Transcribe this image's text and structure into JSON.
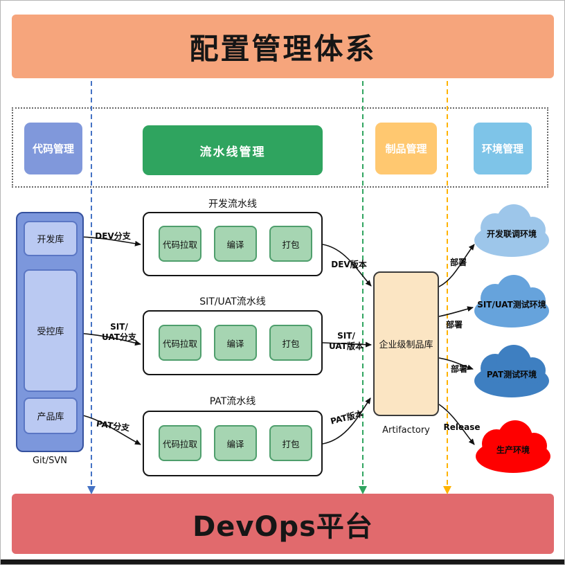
{
  "banners": {
    "top": "配置管理体系",
    "bottom": "DevOps平台"
  },
  "categories": [
    {
      "label": "代码管理"
    },
    {
      "label": "流水线管理"
    },
    {
      "label": "制品管理"
    },
    {
      "label": "环境管理"
    }
  ],
  "code_repo": {
    "caption": "Git/SVN",
    "items": [
      {
        "label": "开发库"
      },
      {
        "label": "受控库"
      },
      {
        "label": "产品库"
      }
    ]
  },
  "pipelines": [
    {
      "title": "开发流水线",
      "steps": [
        "代码拉取",
        "编译",
        "打包"
      ],
      "branch_lines": [
        "DEV分支"
      ],
      "version_lines": [
        "DEV版本"
      ]
    },
    {
      "title": "SIT/UAT流水线",
      "steps": [
        "代码拉取",
        "编译",
        "打包"
      ],
      "branch_lines": [
        "SIT/",
        "UAT分支"
      ],
      "version_lines": [
        "SIT/",
        "UAT版本"
      ]
    },
    {
      "title": "PAT流水线",
      "steps": [
        "代码拉取",
        "编译",
        "打包"
      ],
      "branch_lines": [
        "PAT分支"
      ],
      "version_lines": [
        "PAT版本"
      ]
    }
  ],
  "artifact_repo": {
    "label": "企业级制品库",
    "caption": "Artifactory"
  },
  "environments": [
    {
      "arrow_label": "部署",
      "label": "开发联调环境",
      "color": "#9DC6EA"
    },
    {
      "arrow_label": "部署",
      "label": "SIT/UAT测试环境",
      "color": "#66A3DC"
    },
    {
      "arrow_label": "部署",
      "label": "PAT测试环境",
      "color": "#3E7FC1"
    },
    {
      "arrow_label": "Release",
      "label": "生产环境",
      "color": "#FE0000"
    }
  ],
  "colors": {
    "banner_top": "#F6A57C",
    "banner_bottom": "#E16A6D",
    "category_code": "#8098DB",
    "category_pipeline": "#2FA45F",
    "category_artifact": "#FFC870",
    "category_env": "#7EC4E8",
    "dashed_code": "#4472C4",
    "dashed_pipeline": "#2FA45F",
    "dashed_artifact": "#FFB300"
  }
}
